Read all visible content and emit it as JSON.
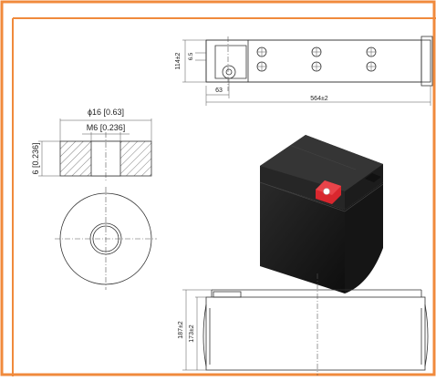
{
  "colors": {
    "frame_border": "#f08a3c",
    "line": "#333333",
    "battery_body": "#1b1b1b",
    "battery_top": "#2e2e2e",
    "terminal_red": "#d9272e"
  },
  "top_view": {
    "dim_height": "114±2",
    "dim_small": "6.5",
    "dim_offset": "63",
    "dim_length": "564±2"
  },
  "terminal_detail": {
    "dim_diameter": "ϕ16 [0.63]",
    "dim_thread": "M6 [0.236]",
    "dim_thickness": "6 [0.236]"
  },
  "front_view": {
    "dim_total_height": "187±2",
    "dim_body_height": "173±2"
  },
  "icons": {
    "battery": "battery-3d-icon",
    "terminal": "terminal-bolt-icon"
  }
}
